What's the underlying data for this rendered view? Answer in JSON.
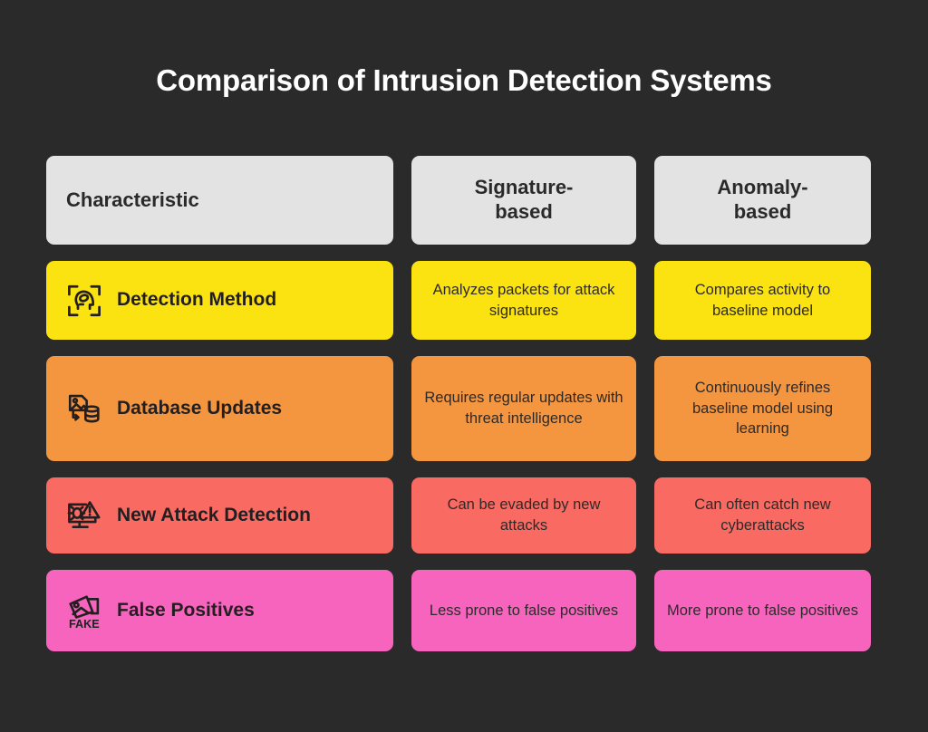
{
  "title": "Comparison of Intrusion Detection Systems",
  "colors": {
    "background": "#2b2a2a",
    "title_text": "#ffffff",
    "header_cell": "#e3e3e3",
    "cell_text": "#2d2a2a",
    "row_1": "#fbe211",
    "row_2": "#f4953f",
    "row_3": "#f96a62",
    "row_4": "#f764be"
  },
  "header": {
    "characteristic": "Characteristic",
    "signature_line_1": "Signature-",
    "signature_line_2": "based",
    "anomaly_line_1": "Anomaly-",
    "anomaly_line_2": "based"
  },
  "rows": [
    {
      "label": "Detection Method",
      "icon": "face-scan-icon",
      "signature_based": "Analyzes packets for attack signatures",
      "anomaly_based": "Compares activity to baseline model"
    },
    {
      "label": "Database Updates",
      "icon": "file-to-database-icon",
      "signature_based": "Requires regular updates with threat intelligence",
      "anomaly_based": "Continuously refines baseline model using learning"
    },
    {
      "label": "New Attack Detection",
      "icon": "monitor-bug-alert-icon",
      "signature_based": "Can be evaded by new attacks",
      "anomaly_based": "Can often catch new cyberattacks"
    },
    {
      "label": "False Positives",
      "icon": "fake-photo-icon",
      "signature_based": "Less prone to false positives",
      "anomaly_based": "More prone to false positives"
    }
  ]
}
